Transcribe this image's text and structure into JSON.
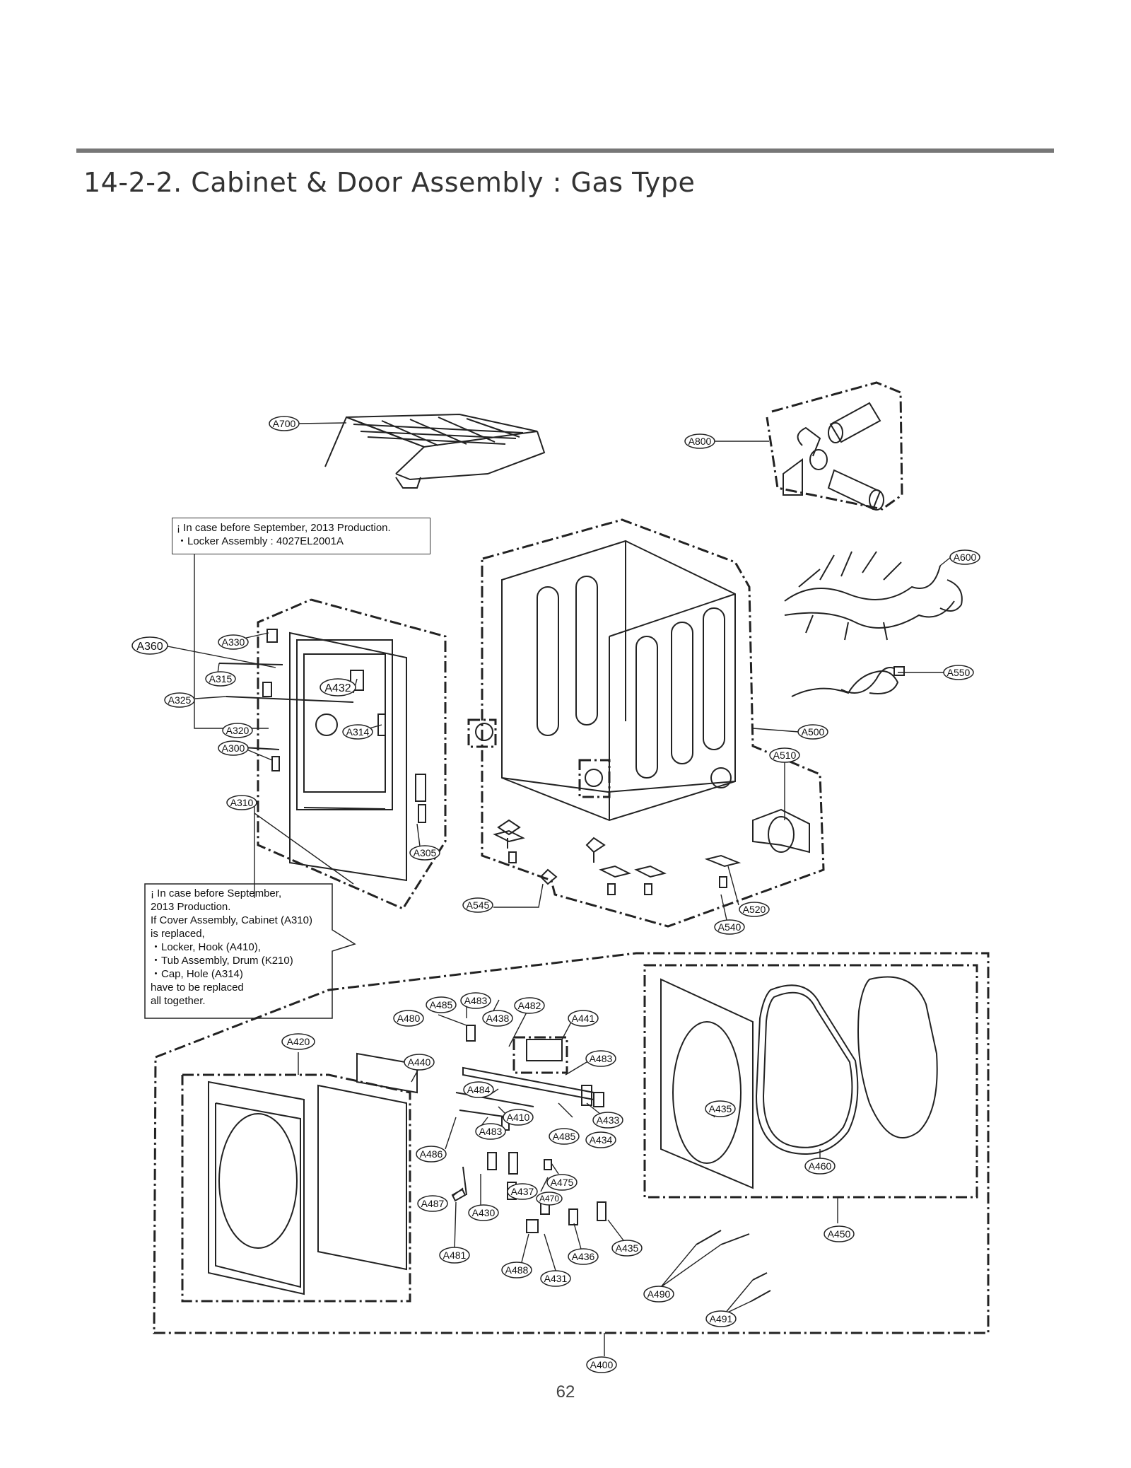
{
  "page": {
    "title": "14-2-2. Cabinet & Door Assembly : Gas Type",
    "page_number": "62"
  },
  "notes": [
    {
      "lines": [
        "¡ In case before September, 2013 Production.",
        "・Locker Assembly : 4027EL2001A"
      ]
    },
    {
      "lines": [
        "¡ In case before September,",
        "2013 Production.",
        "If Cover Assembly, Cabinet (A310)",
        "is replaced,",
        "・Locker, Hook (A410),",
        "・Tub Assembly, Drum (K210)",
        "・Cap, Hole (A314)",
        "have to be replaced",
        "all together."
      ]
    }
  ],
  "part_labels": [
    "A700",
    "A800",
    "A600",
    "A550",
    "A500",
    "A510",
    "A520",
    "A540",
    "A545",
    "A360",
    "A330",
    "A315",
    "A325",
    "A432",
    "A320",
    "A314",
    "A300",
    "A310",
    "A305",
    "A485",
    "A483",
    "A482",
    "A480",
    "A438",
    "A441",
    "A420",
    "A440",
    "A483",
    "A484",
    "A410",
    "A433",
    "A483",
    "A485",
    "A434",
    "A486",
    "A475",
    "A437",
    "A470",
    "A487",
    "A430",
    "A435",
    "A481",
    "A436",
    "A488",
    "A431",
    "A435",
    "A460",
    "A450",
    "A490",
    "A491",
    "A400"
  ]
}
